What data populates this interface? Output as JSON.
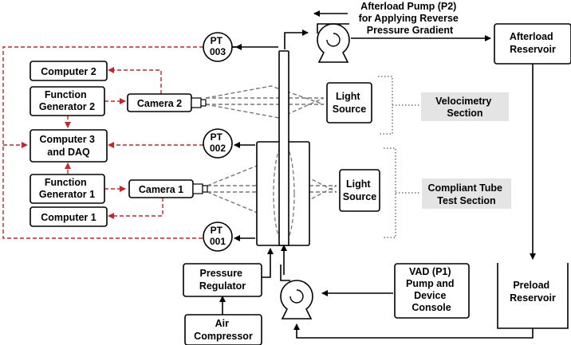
{
  "labels": {
    "afterload_pump": [
      "Afterload Pump (P2)",
      "for Applying Reverse",
      "Pressure Gradient"
    ],
    "afterload_reservoir": [
      "Afterload",
      "Reservoir"
    ],
    "preload_reservoir": [
      "Preload",
      "Reservoir"
    ],
    "computer2": "Computer 2",
    "function_gen2": [
      "Function",
      "Generator 2"
    ],
    "computer3": [
      "Computer 3",
      "and DAQ"
    ],
    "function_gen1": [
      "Function",
      "Generator 1"
    ],
    "computer1": "Computer 1",
    "camera2": "Camera 2",
    "camera1": "Camera 1",
    "pt003": [
      "PT",
      "003"
    ],
    "pt002": [
      "PT",
      "002"
    ],
    "pt001": [
      "PT",
      "001"
    ],
    "light_source_top": [
      "Light",
      "Source"
    ],
    "light_source_bottom": [
      "Light",
      "Source"
    ],
    "velocimetry": [
      "Velocimetry",
      "Section"
    ],
    "compliant": [
      "Compliant Tube",
      "Test Section"
    ],
    "pressure_regulator": [
      "Pressure",
      "Regulator"
    ],
    "air_compressor": [
      "Air",
      "Compressor"
    ],
    "vad": [
      "VAD (P1)",
      "Pump and",
      "Device",
      "Console"
    ]
  },
  "colors": {
    "signal_line": "#cc2229",
    "flow_line": "#000000",
    "light_path": "#777777",
    "section_fill": "#e4e4e4"
  },
  "icons": [
    "pump-icon",
    "camera-lens-icon",
    "arrow-icon"
  ]
}
